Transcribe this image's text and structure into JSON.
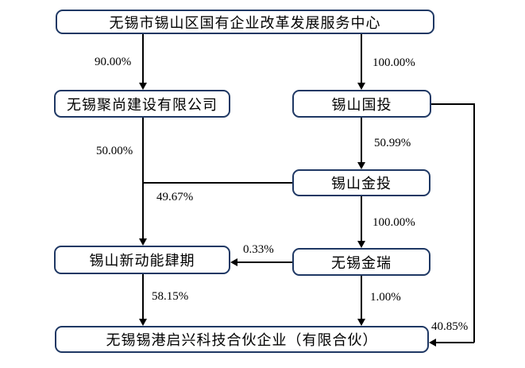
{
  "diagram": {
    "title": "equity-ownership-structure-chart",
    "colors": {
      "box_border": "#1f3864",
      "line": "#000000",
      "background": "#ffffff",
      "text": "#000000"
    },
    "nodes": {
      "center": "无锡市锡山区国有企业改革发展服务中心",
      "jushang": "无锡聚尚建设有限公司",
      "guotou": "锡山国投",
      "jintou": "锡山金投",
      "xindongneng": "锡山新动能肆期",
      "jinrui": "无锡金瑞",
      "partnership": "无锡锡港启兴科技合伙企业（有限合伙）"
    },
    "pcts": {
      "center_jushang": "90.00%",
      "center_guotou": "100.00%",
      "jushang_xindongneng": "50.00%",
      "guotou_jintou": "50.99%",
      "jintou_xindongneng": "49.67%",
      "jintou_jinrui": "100.00%",
      "jinrui_xindongneng": "0.33%",
      "xindongneng_partnership": "58.15%",
      "jinrui_partnership": "1.00%",
      "guotou_partnership": "40.85%"
    }
  }
}
